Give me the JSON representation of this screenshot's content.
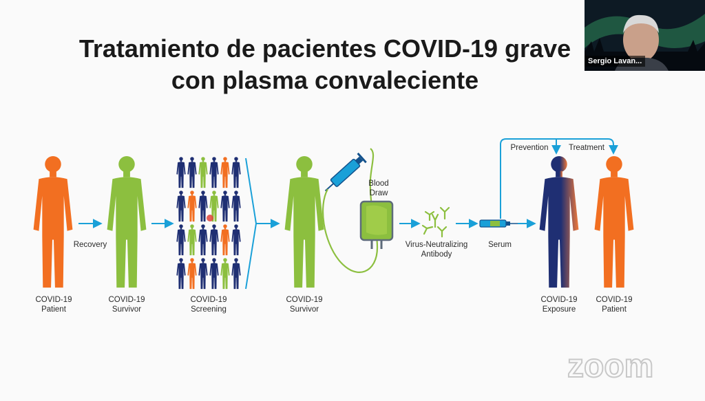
{
  "slide": {
    "title_line1": "Tratamiento de pacientes COVID-19 grave",
    "title_line2": "con plasma convaleciente"
  },
  "labels": {
    "patient": "COVID-19\nPatient",
    "recovery": "Recovery",
    "survivor1": "COVID-19\nSurvivor",
    "screening": "COVID-19\nScreening",
    "survivor2": "COVID-19\nSurvivor",
    "blood_draw": "Blood\nDraw",
    "antibody": "Virus-Neutralizing\nAntibody",
    "serum": "Serum",
    "prevention": "Prevention",
    "treatment": "Treatment",
    "exposure": "COVID-19\nExposure",
    "patient2": "COVID-19\nPatient"
  },
  "webcam": {
    "participant_name": "Sergio Lavan..."
  },
  "watermark": {
    "text": "zoom"
  },
  "colors": {
    "orange": "#f26f21",
    "green": "#8cbf3f",
    "navy": "#1f2f73",
    "arrow": "#1aa0d8"
  }
}
